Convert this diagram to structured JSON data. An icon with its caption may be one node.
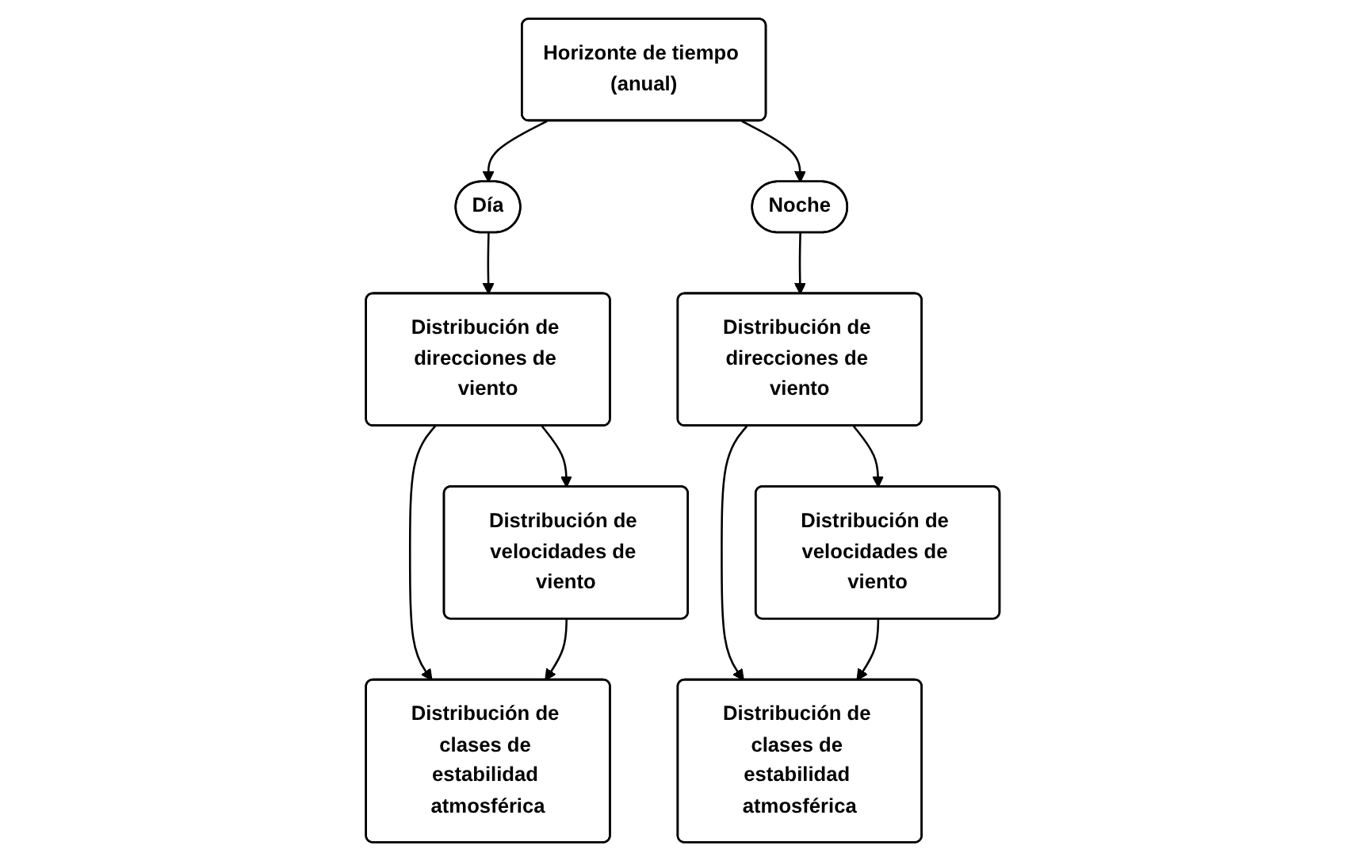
{
  "diagram": {
    "nodes": [
      {
        "text": [
          "Horizonte de tiempo (anual)"
        ]
      },
      {
        "text": [
          "Día"
        ]
      },
      {
        "text": [
          "Noche"
        ]
      },
      {
        "text": [
          "Distribución de direcciones de viento"
        ]
      },
      {
        "text": [
          "Distribución de direcciones de viento"
        ]
      },
      {
        "text": [
          "Distribución de clases de estabilidad atmosférica"
        ]
      },
      {
        "text": [
          "Distribución de velocidades de viento"
        ]
      },
      {
        "text": [
          "Distribución de clases de estabilidad atmosférica"
        ]
      },
      {
        "text": [
          "Distribución de velocidades de viento"
        ]
      }
    ],
    "edges": [
      {
        "from": 0,
        "to": 1,
        "arrow": "to"
      },
      {
        "from": 0,
        "to": 2,
        "arrow": "to"
      },
      {
        "from": 1,
        "to": 3,
        "arrow": "to"
      },
      {
        "from": 2,
        "to": 4,
        "arrow": "to"
      },
      {
        "from": 3,
        "to": 5,
        "arrow": "to"
      },
      {
        "from": 3,
        "to": 6,
        "arrow": "to"
      },
      {
        "from": 6,
        "to": 5,
        "arrow": "to"
      },
      {
        "from": 4,
        "to": 7,
        "arrow": "to"
      },
      {
        "from": 4,
        "to": 8,
        "arrow": "to"
      },
      {
        "from": 8,
        "to": 7,
        "arrow": "to"
      }
    ]
  }
}
